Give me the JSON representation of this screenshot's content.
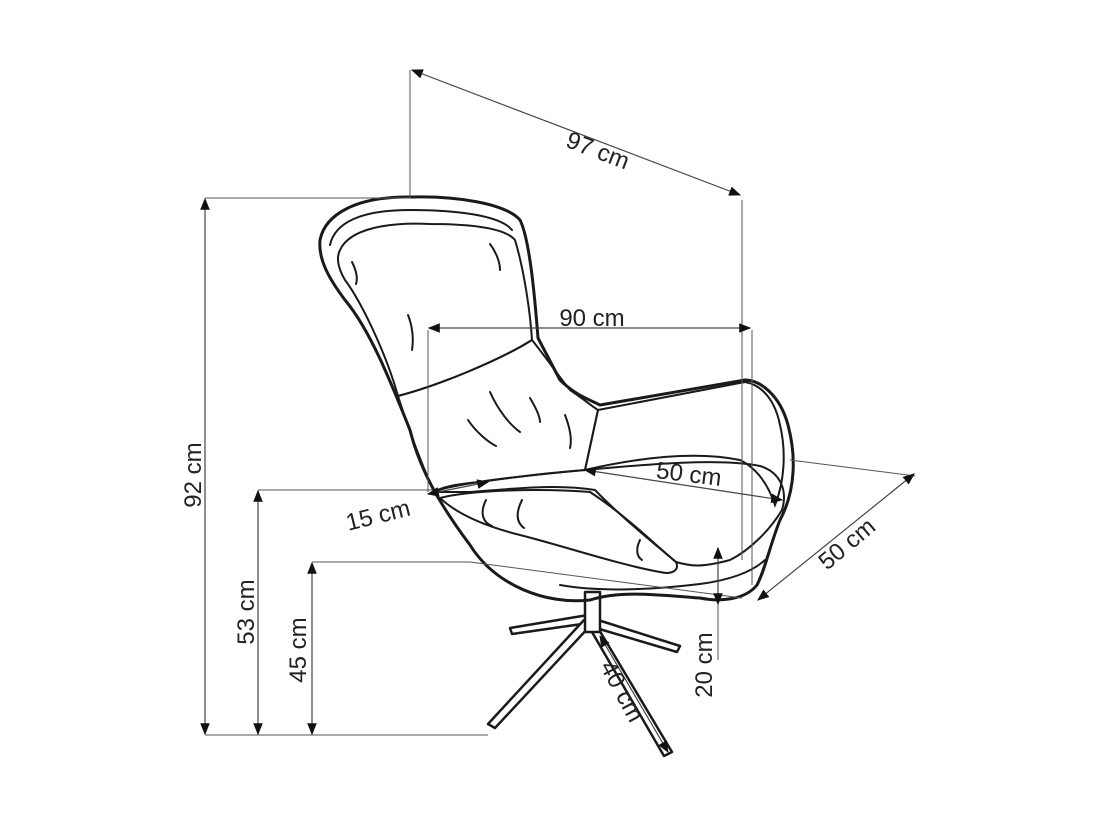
{
  "dimensions": {
    "depth": "97 cm",
    "width": "90 cm",
    "seat_width": "50 cm",
    "seat_depth": "50 cm",
    "armrest": "15 cm",
    "total_height": "92 cm",
    "armrest_height": "53 cm",
    "seat_height": "45 cm",
    "base_height": "20 cm",
    "base_leg": "40 cm"
  },
  "colors": {
    "line": "#1a1a1a",
    "dimension_line": "#444444",
    "background": "#ffffff"
  }
}
